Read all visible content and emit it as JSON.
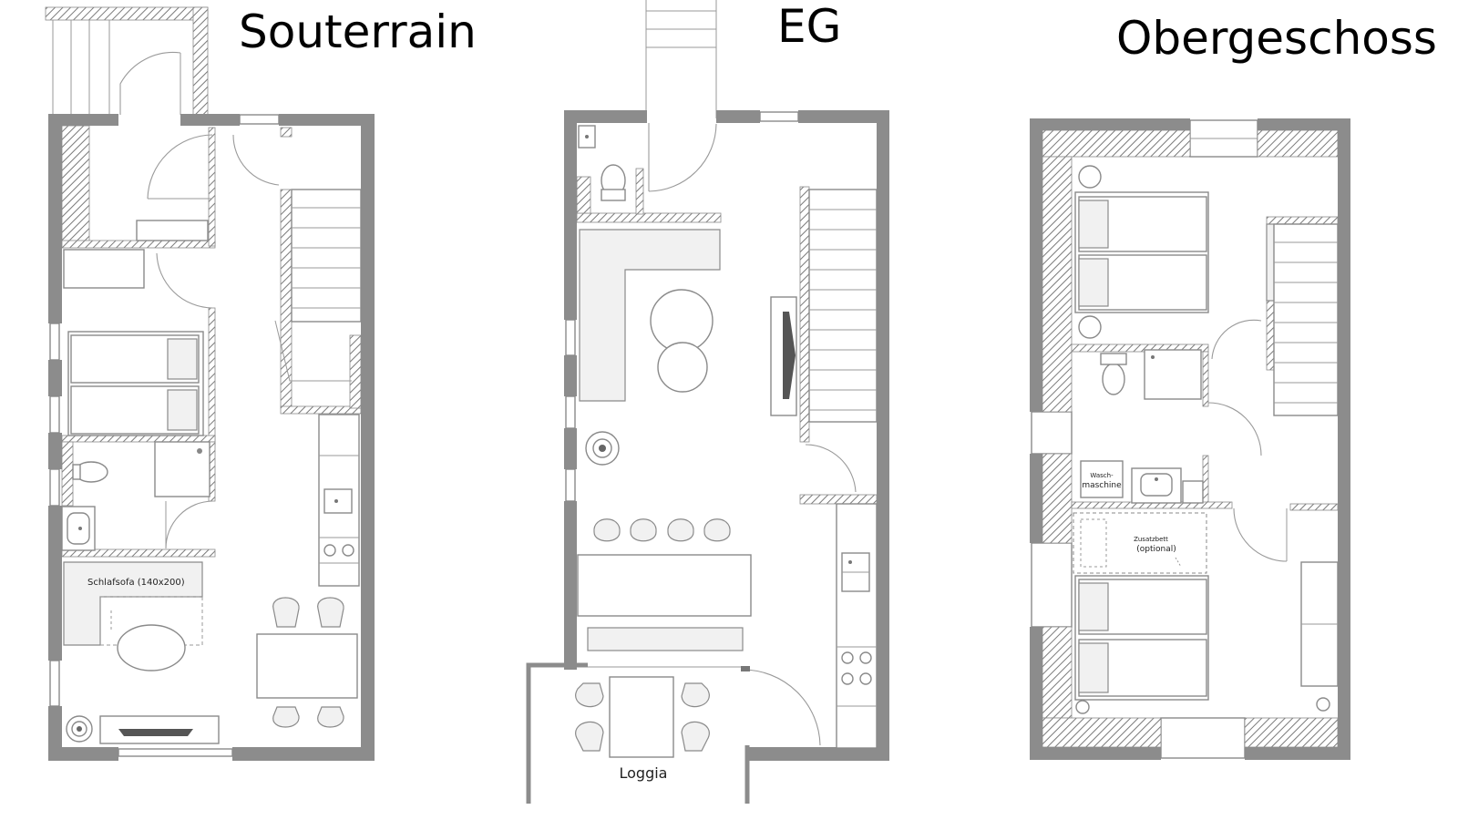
{
  "floors": {
    "souterrain": {
      "title": "Souterrain",
      "labels": {
        "sofa": "Schlafsofa (140x200)"
      }
    },
    "eg": {
      "title": "EG",
      "labels": {
        "loggia": "Loggia"
      }
    },
    "obergeschoss": {
      "title": "Obergeschoss",
      "labels": {
        "washer_line1": "Wasch-",
        "washer_line2": "maschine",
        "extra_bed_line1": "Zusatzbett",
        "extra_bed_line2": "(optional)"
      }
    }
  },
  "colors": {
    "wall": "#8c8c8c",
    "furniture_stroke": "#8a8a8a",
    "furniture_fill": "#f1f1f1"
  }
}
